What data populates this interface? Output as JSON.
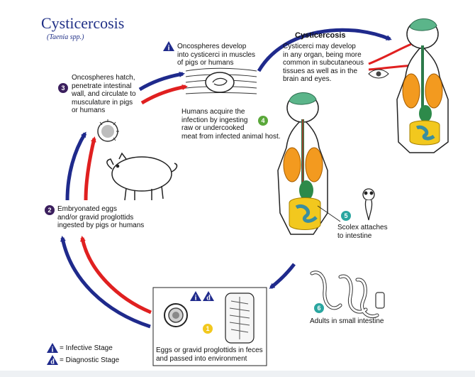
{
  "title": "Cysticercosis",
  "subtitle": "(Taenia spp.)",
  "colors": {
    "arrow_blue": "#1f2a8c",
    "arrow_red": "#e02020",
    "title_blue": "#1f2f86",
    "lung_orange": "#f39a1f",
    "brain_green": "#5bb58a",
    "intestine_teal": "#3a8ea0",
    "colon_yellow": "#f2c81e"
  },
  "stages": {
    "s1": {
      "number": "1",
      "text": "Eggs or gravid proglottids in feces\nand passed into environment"
    },
    "s2": {
      "number": "2",
      "text": "Embryonated eggs\nand/or gravid proglottids\ningested by pigs or humans"
    },
    "s3": {
      "number": "3",
      "text": "Oncospheres hatch,\npenetrate intestinal\nwall, and circulate to\nmusculature in pigs\nor humans"
    },
    "sI": {
      "badge": "i",
      "text": "Oncospheres develop\ninto cysticerci in muscles\nof pigs or humans"
    },
    "s4": {
      "number": "4",
      "text": "Humans acquire the\ninfection by ingesting\nraw or undercooked\nmeat from infected animal host."
    },
    "s5": {
      "number": "5",
      "text": "Scolex attaches\nto intestine"
    },
    "s6": {
      "number": "6",
      "text": "Adults in small intestine"
    },
    "cyst": {
      "heading": "Cysticercosis",
      "text": "Cysticerci may develop\nin any organ, being more\ncommon in subcutaneous\ntissues as well as in the\nbrain and eyes."
    }
  },
  "box_badges": {
    "infective": "i",
    "diagnostic": "d"
  },
  "legend": [
    {
      "badge": "i",
      "label": "= Infective Stage"
    },
    {
      "badge": "d",
      "label": "= Diagnostic Stage"
    }
  ],
  "icons": [
    "infective-stage-icon",
    "diagnostic-stage-icon",
    "pig-icon",
    "human-body-icon",
    "egg-icon",
    "proglottid-icon",
    "scolex-icon",
    "tapeworm-icon",
    "muscle-cyst-icon"
  ]
}
